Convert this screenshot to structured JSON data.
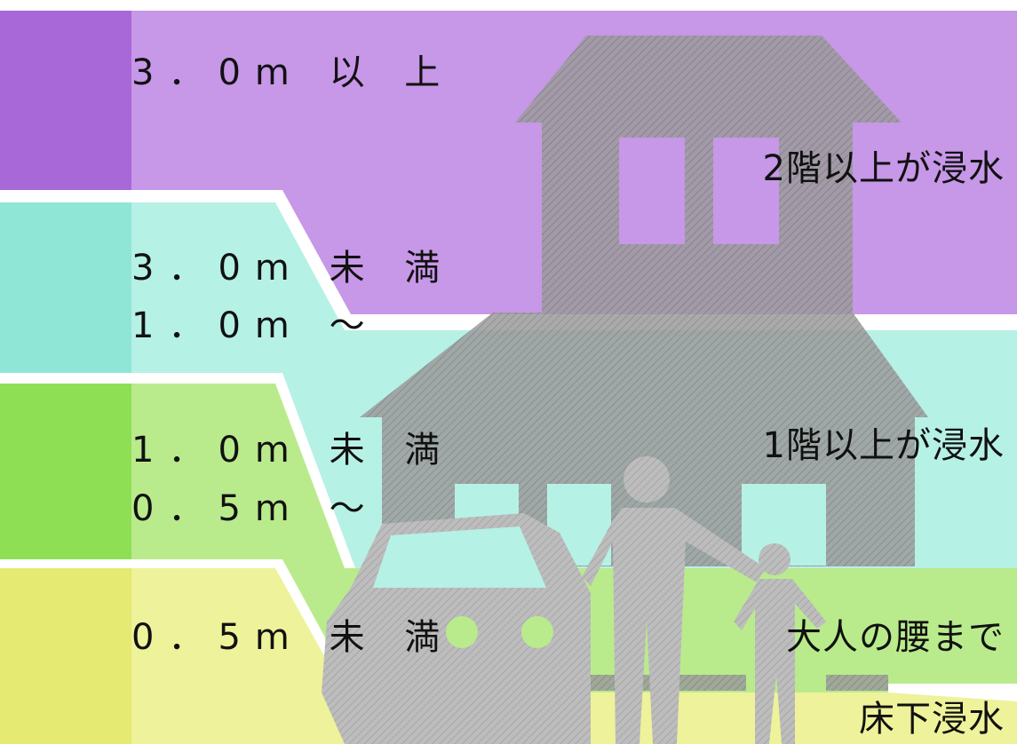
{
  "bands": [
    {
      "range_lines": [
        "3．0m 以 上"
      ],
      "effect": "2階以上が浸水",
      "color": "#c797e8",
      "stripe": "#a968d8"
    },
    {
      "range_lines": [
        "3．0m 未 満",
        "1．0m ～"
      ],
      "effect": "1階以上が浸水",
      "color": "#b6f1e6",
      "stripe": "#8fe6d6"
    },
    {
      "range_lines": [
        "1．0m 未 満",
        "0．5m ～"
      ],
      "effect": "大人の腰まで",
      "color": "#b9eb8c",
      "stripe": "#8fdf55"
    },
    {
      "range_lines": [
        "0．5m 未 満"
      ],
      "effect": "床下浸水",
      "color": "#eef29a",
      "stripe": "#e4ea72"
    }
  ],
  "icons": {
    "house": "house-icon",
    "car": "car-icon",
    "adult": "adult-figure-icon",
    "child": "child-figure-icon"
  },
  "silhouette_color": "#9a9a9a"
}
